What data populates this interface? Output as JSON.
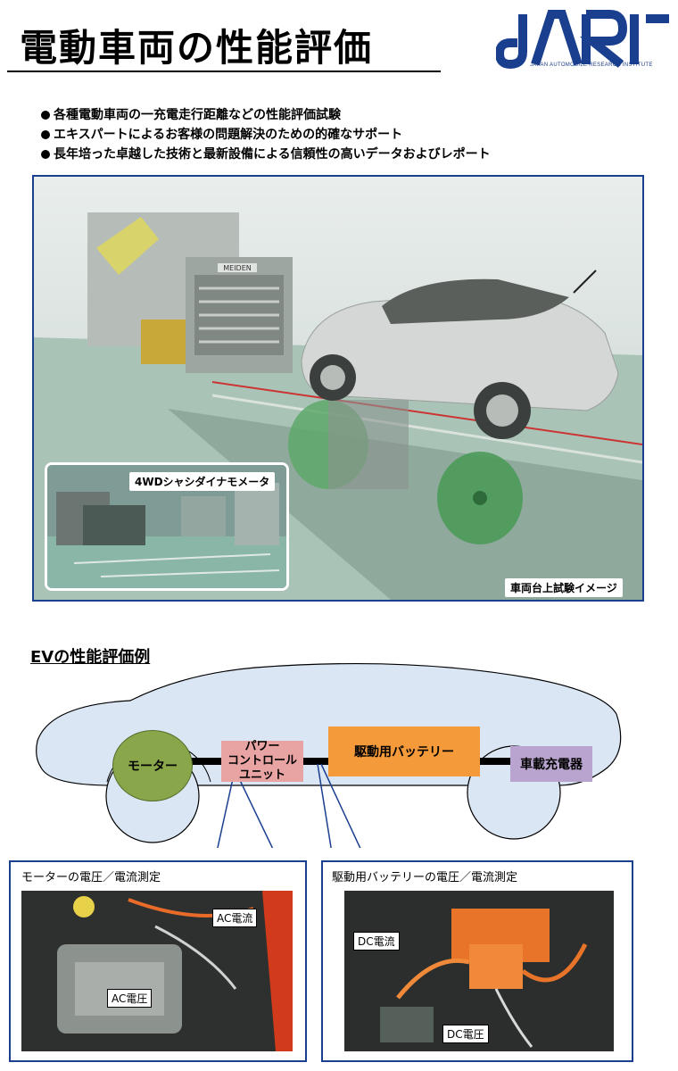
{
  "title": "電動車両の性能評価",
  "logo": {
    "text": "JARI",
    "subtitle": "JAPAN AUTOMOBILE RESEARCH INSTITUTE",
    "color": "#1b3f8f"
  },
  "bullets": [
    "各種電動車両の一充電走行距離などの性能評価試験",
    "エキスパートによるお客様の問題解決のための的確なサポート",
    "長年培った卓越した技術と最新設備による信頼性の高いデータおよびレポート"
  ],
  "photo": {
    "inset_caption": "4WDシャシダイナモメータ",
    "main_caption": "車両台上試験イメージ",
    "dyno_brand": "MEIDEN"
  },
  "section_title": "EVの性能評価例",
  "diagram": {
    "motor": "モーター",
    "pcu": [
      "パワー",
      "コントロール",
      "ユニット"
    ],
    "battery": "駆動用バッテリー",
    "charger": "車載充電器",
    "colors": {
      "body": "#dbe6f4",
      "motor": "#8aa64a",
      "pcu": "#e8a3a3",
      "battery": "#f59a3a",
      "charger": "#b9a3cf"
    }
  },
  "panels": {
    "left": {
      "title": "モーターの電圧／電流測定",
      "label_current": "AC電流",
      "label_voltage": "AC電圧"
    },
    "right": {
      "title": "駆動用バッテリーの電圧／電流測定",
      "label_current": "DC電流",
      "label_voltage": "DC電圧"
    }
  }
}
